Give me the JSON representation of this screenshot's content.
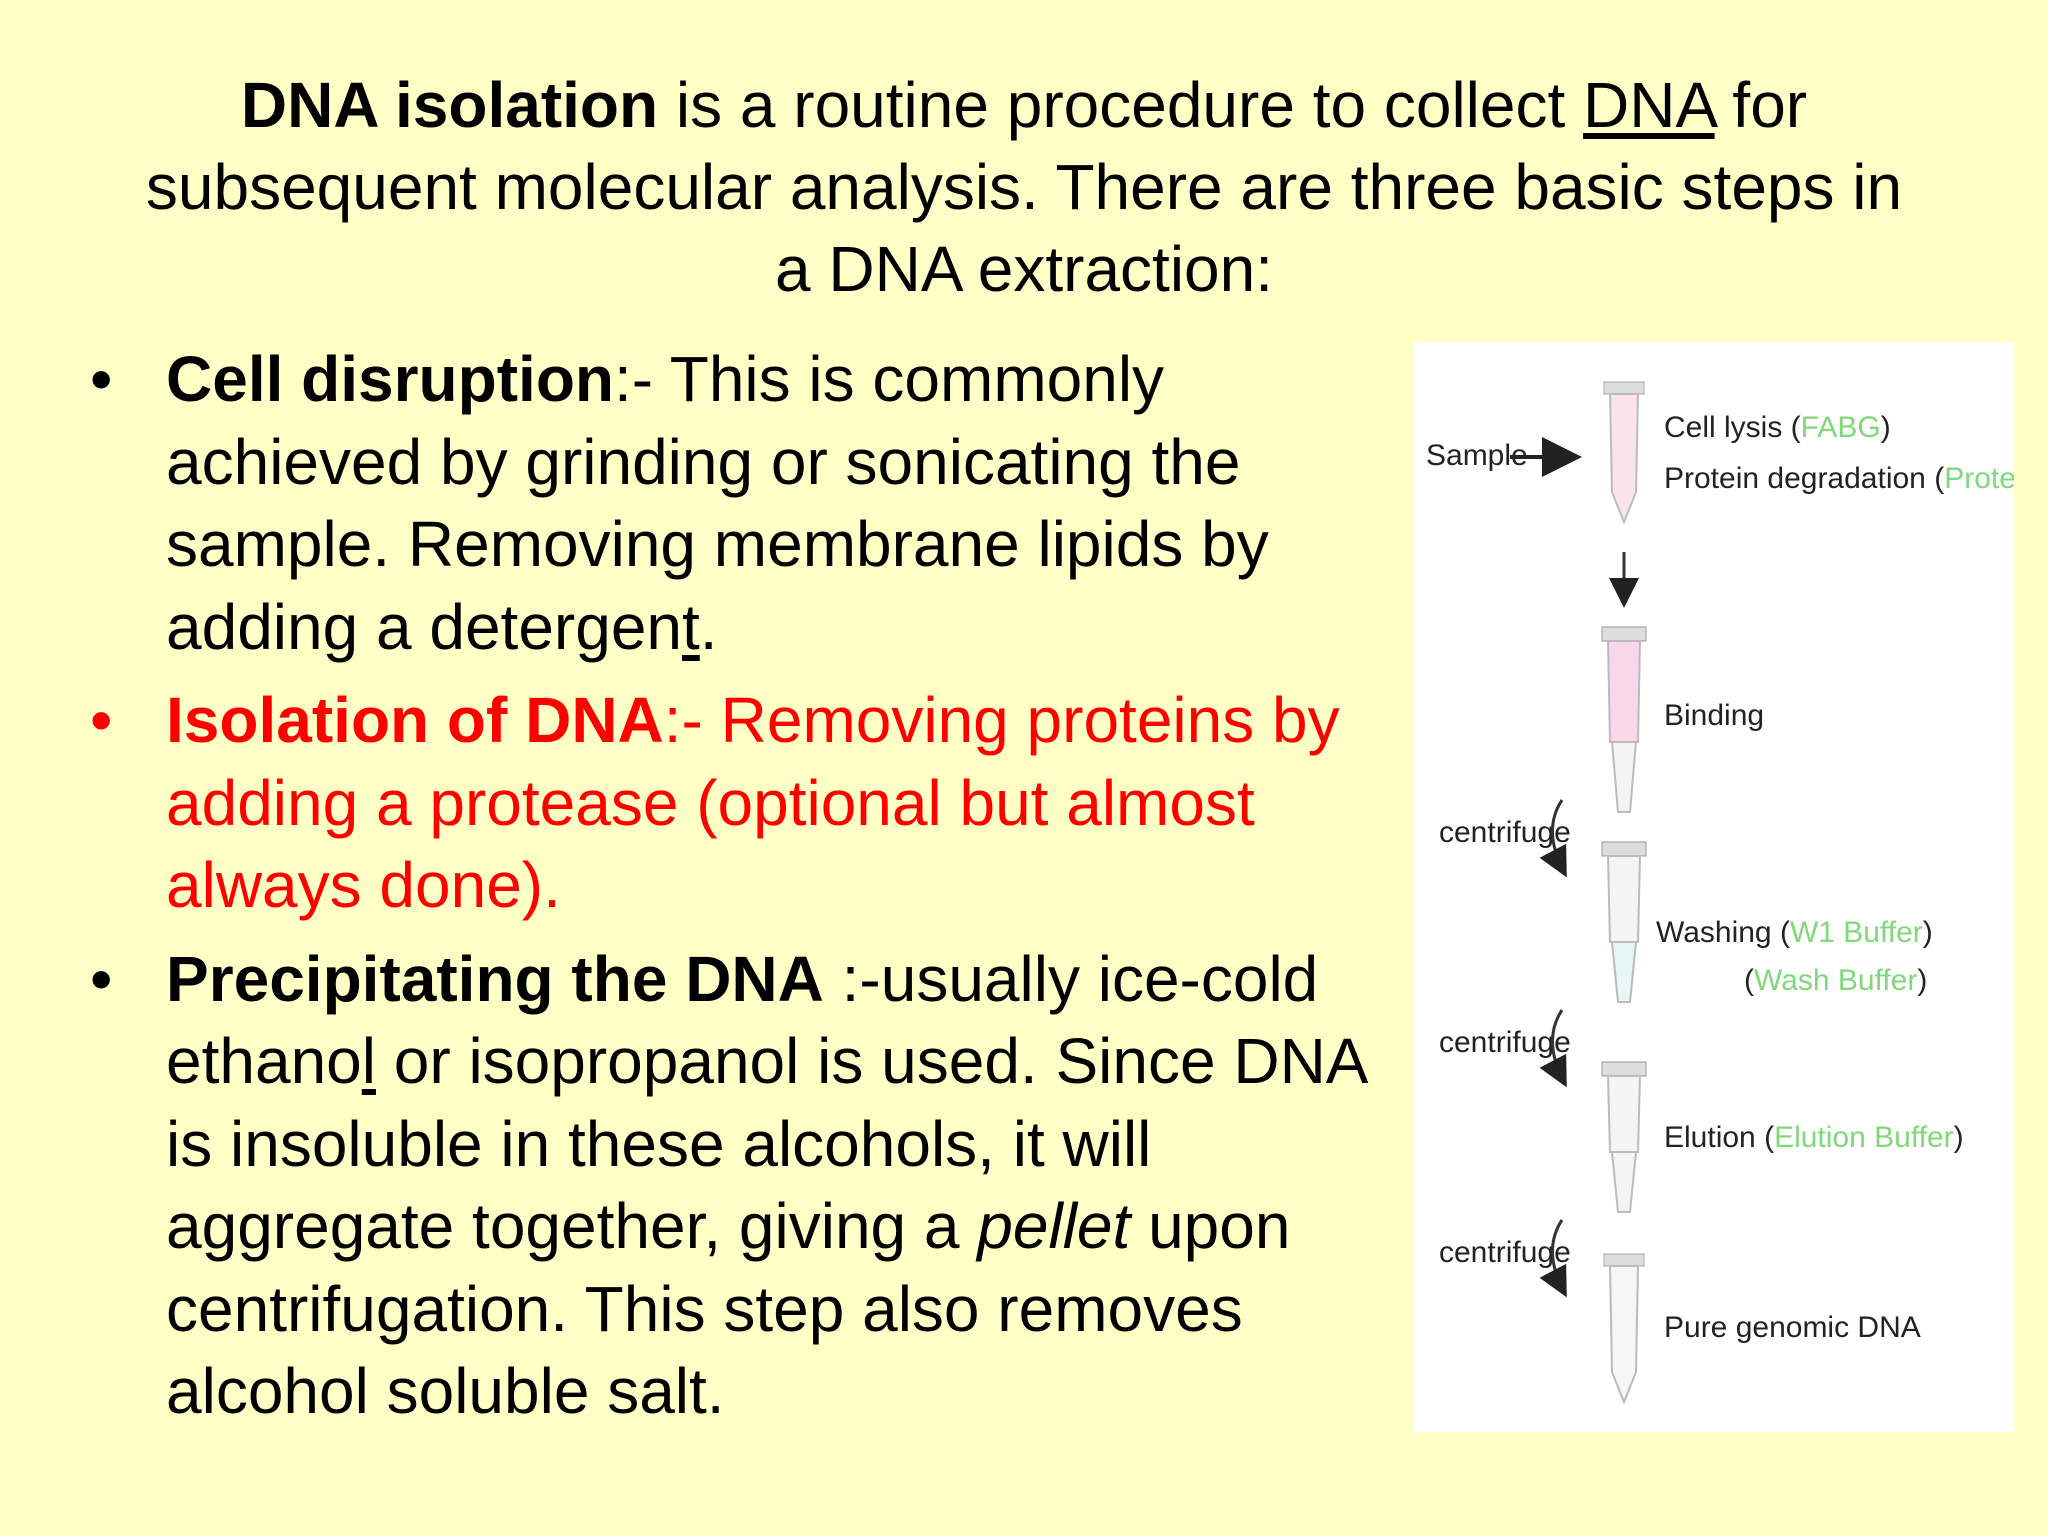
{
  "intro": {
    "bold": "DNA isolation",
    "text1": " is a routine procedure to collect ",
    "link": "DNA",
    "text2": " for subsequent molecular analysis. There are three basic steps in a DNA extraction:"
  },
  "bullets": [
    {
      "marker": "•",
      "bold": "Cell disruption",
      "text": ":- This is commonly achieved by grinding or sonicating the sample. Removing membrane lipids by adding a detergen",
      "underlined": "t",
      "text_end": "."
    },
    {
      "marker": "•",
      "bold": "Isolation of DNA",
      "text": ":- Removing proteins by adding a protease (optional but almost always done).",
      "color": "#ff0000"
    },
    {
      "marker": "•",
      "bold": "Precipitating the DNA",
      "text": " :-usually ice-cold ethano",
      "underlined": "l",
      "text_mid": " or isopropanol is used. Since DNA is insoluble in these alcohols, it will aggregate together, giving a ",
      "italic": "pellet",
      "text_end": " upon centrifugation. This step also removes alcohol soluble salt."
    }
  ],
  "figure": {
    "sample": "Sample",
    "cell_lysis": "Cell lysis (",
    "cell_lysis_reagent": "FABG",
    "cell_lysis_close": ")",
    "protein_degradation": "Protein degradation (",
    "protein_degradation_reagent": "Proteinase K",
    "protein_degradation_close": ")",
    "binding": "Binding",
    "centrifuge": "centrifuge",
    "washing": "Washing (",
    "washing_reagent1": "W1 Buffer",
    "washing_close": ")",
    "washing_open2": "(",
    "washing_reagent2": "Wash Buffer",
    "washing_close2": ")",
    "elution": "Elution (",
    "elution_reagent": "Elution Buffer",
    "elution_close": ")",
    "pure": "Pure genomic DNA"
  },
  "colors": {
    "background": "#ffffc6",
    "highlight": "#ff0000",
    "reagent": "#7fd87a"
  }
}
